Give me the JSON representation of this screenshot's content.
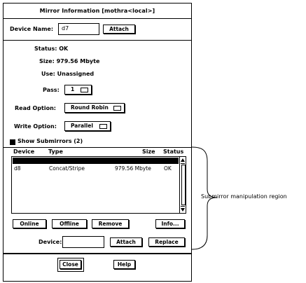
{
  "window": {
    "title": "Mirror Information [mothra<local>]"
  },
  "device_name": {
    "label": "Device Name:",
    "value": "d7",
    "attach_label": "Attach"
  },
  "info": {
    "status": "Status: OK",
    "size": "Size: 979.56 Mbyte",
    "use": "Use: Unassigned"
  },
  "options": {
    "pass_label": "Pass:",
    "pass_value": "1",
    "read_label": "Read Option:",
    "read_value": "Round Robin",
    "write_label": "Write Option:",
    "write_value": "Parallel"
  },
  "submirrors": {
    "show_label": "Show Submirrors (2)",
    "columns": [
      "Device",
      "Type",
      "Size",
      "Status"
    ],
    "rows": [
      {
        "device": "",
        "type": "",
        "size": "",
        "status": "",
        "selected": true
      },
      {
        "device": "d8",
        "type": "Concat/Stripe",
        "size": "979.56 Mbyte",
        "status": "OK",
        "selected": false
      }
    ],
    "buttons": {
      "online": "Online",
      "offline": "Offline",
      "remove": "Remove",
      "info": "Info..."
    },
    "device_label": "Device:",
    "device_value": "",
    "attach_label": "Attach",
    "replace_label": "Replace"
  },
  "footer": {
    "close_label": "Close",
    "help_label": "Help"
  },
  "annotation": {
    "text": "Submirror manipulation region"
  },
  "colors": {
    "selection": "#000000",
    "background": "#ffffff"
  }
}
